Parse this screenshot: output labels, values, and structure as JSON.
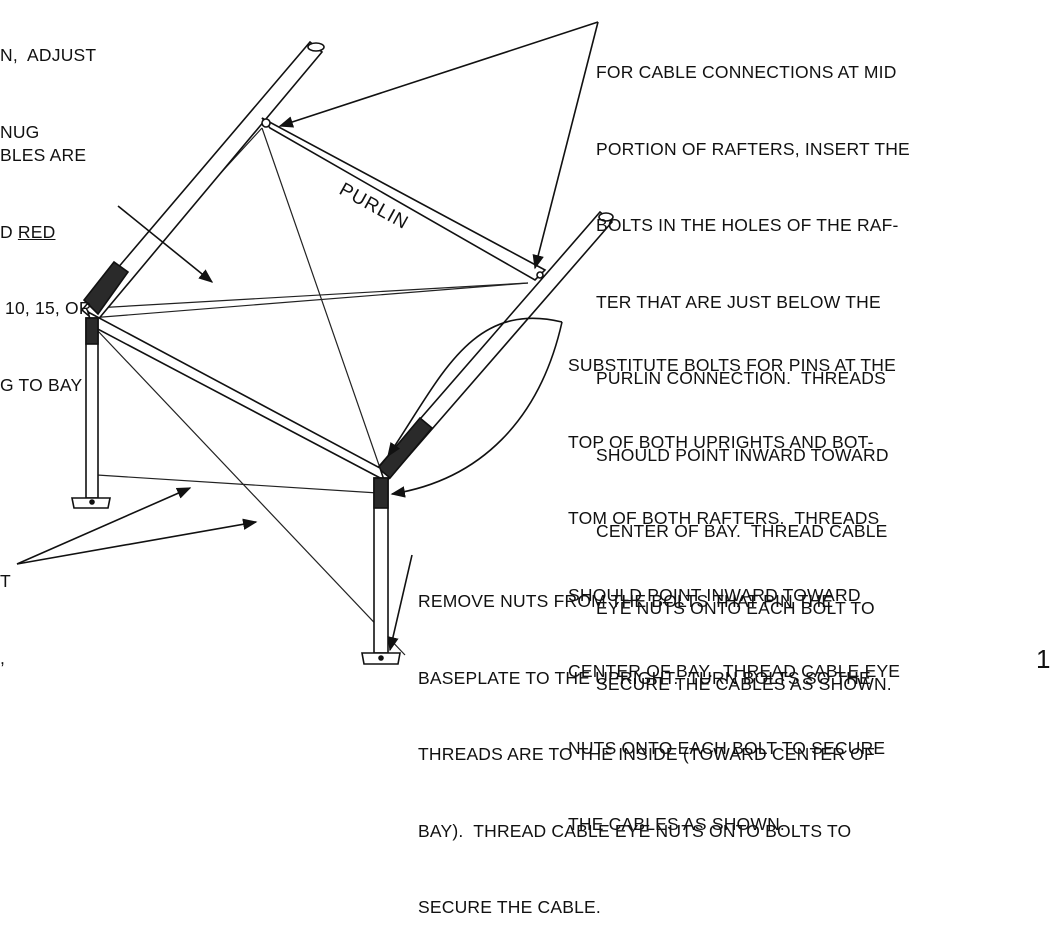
{
  "notes": {
    "top_left_partial": [
      "N,  ADJUST",
      "NUG"
    ],
    "left_partial": {
      "line1": "BLES ARE",
      "line2_prefix": "D ",
      "line2_red": "RED",
      "line3": " 10, 15, OR",
      "line4": "G TO BAY"
    },
    "bottom_left_partial": [
      "T",
      ","
    ],
    "mid_rafter_cable": [
      "FOR CABLE CONNECTIONS AT MID",
      "PORTION OF RAFTERS, INSERT THE",
      "BOLTS IN THE HOLES OF THE RAF-",
      "TER THAT ARE JUST BELOW THE",
      "PURLIN CONNECTION.  THREADS",
      "SHOULD POINT INWARD TOWARD",
      "CENTER OF BAY.  THREAD CABLE",
      "EYE NUTS ONTO EACH BOLT TO",
      "SECURE THE CABLES AS SHOWN."
    ],
    "substitute_bolts": [
      "SUBSTITUTE BOLTS FOR PINS AT THE",
      "TOP OF BOTH UPRIGHTS AND BOT-",
      "TOM OF BOTH RAFTERS.  THREADS",
      "SHOULD POINT INWARD TOWARD",
      "CENTER OF BAY.  THREAD CABLE EYE",
      "NUTS ONTO EACH BOLT TO SECURE",
      "THE CABLES AS SHOWN."
    ],
    "remove_nuts": [
      "REMOVE NUTS FROM THE BOLTS THAT PIN THE",
      "BASEPLATE TO THE UPRIGHT.  TURN BOLTS SO THE",
      "THREADS ARE TO THE INSIDE (TOWARD CENTER OF",
      "BAY).  THREAD CABLE EYE NUTS ONTO BOLTS TO",
      "SECURE THE CABLE."
    ]
  },
  "labels": {
    "purlin": "PURLIN",
    "page_number_partial": "1"
  },
  "colors": {
    "ink": "#111111",
    "dark_band": "#2a2a2a"
  }
}
